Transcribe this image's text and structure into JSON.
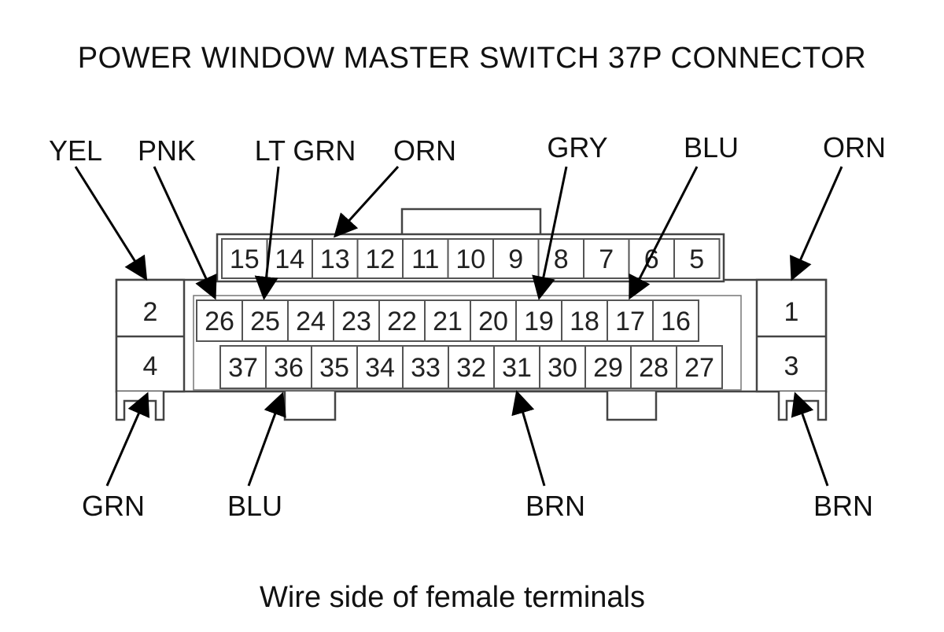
{
  "diagram": {
    "title": "POWER WINDOW MASTER SWITCH 37P CONNECTOR",
    "caption": "Wire side of female terminals",
    "top_row_pins": [
      "15",
      "14",
      "13",
      "12",
      "11",
      "10",
      "9",
      "8",
      "7",
      "6",
      "5"
    ],
    "middle_row_pins": [
      "26",
      "25",
      "24",
      "23",
      "22",
      "21",
      "20",
      "19",
      "18",
      "17",
      "16"
    ],
    "bottom_row_pins": [
      "37",
      "36",
      "35",
      "34",
      "33",
      "32",
      "31",
      "30",
      "29",
      "28",
      "27"
    ],
    "left_block_pins": [
      "2",
      "4"
    ],
    "right_block_pins": [
      "1",
      "3"
    ],
    "wire_labels": {
      "pin2": "YEL",
      "pin26": "PNK",
      "pin25": "LT GRN",
      "pin13": "ORN",
      "pin19": "GRY",
      "pin17": "BLU",
      "pin1": "ORN",
      "pin4": "GRN",
      "pin36": "BLU",
      "pin31": "BRN",
      "pin3": "BRN"
    }
  }
}
